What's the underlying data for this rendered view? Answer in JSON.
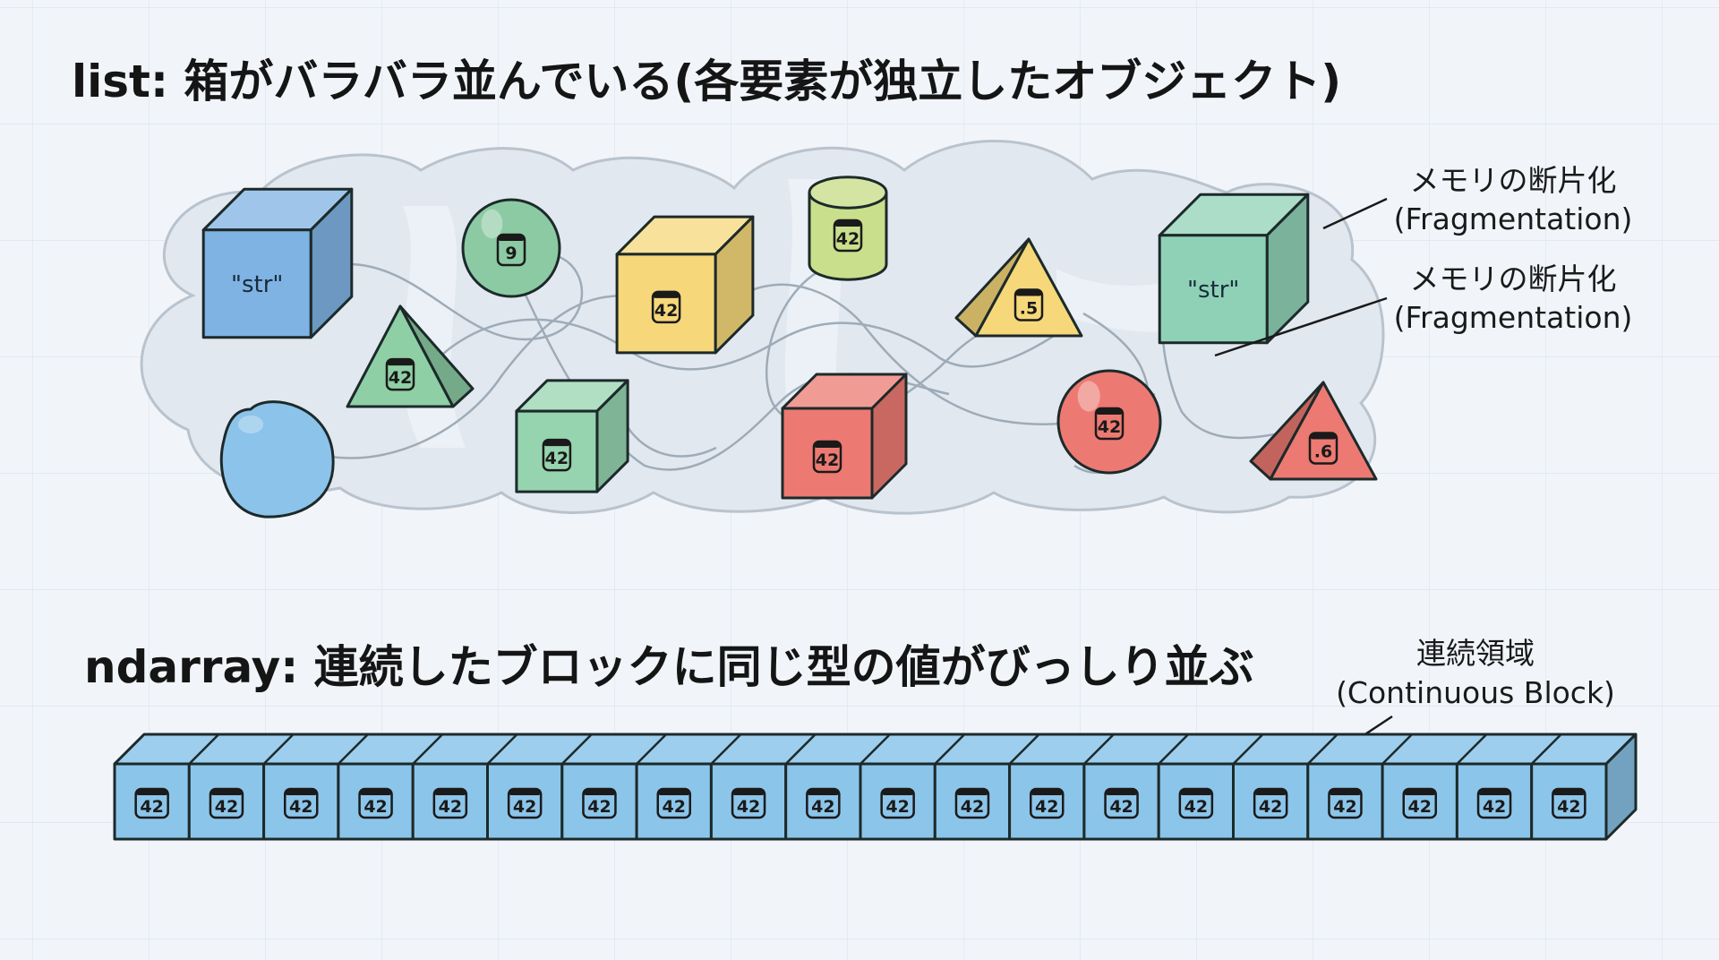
{
  "list_section": {
    "title": "list: 箱がバラバラ並んでいる(各要素が独立したオブジェクト)",
    "labels": [
      {
        "jp": "メモリの断片化",
        "en": "(Fragmentation)"
      },
      {
        "jp": "メモリの断片化",
        "en": "(Fragmentation)"
      }
    ],
    "objects": [
      {
        "shape": "cube",
        "value": "\"str\"",
        "color": "#7fb3e3"
      },
      {
        "shape": "sphere",
        "value": "9",
        "color": "#8ccaa4"
      },
      {
        "shape": "pyramid",
        "value": "42",
        "color": "#8fcfa6"
      },
      {
        "shape": "blob",
        "value": "",
        "color": "#8cc3ea"
      },
      {
        "shape": "cube",
        "value": "42",
        "color": "#f6d87a"
      },
      {
        "shape": "cube",
        "value": "42",
        "color": "#96d4b0"
      },
      {
        "shape": "cylinder",
        "value": "42",
        "color": "#c9df8c"
      },
      {
        "shape": "cube",
        "value": "42",
        "color": "#ec7a72"
      },
      {
        "shape": "pyramid",
        "value": ".5",
        "color": "#f6d87a"
      },
      {
        "shape": "cube",
        "value": "\"str\"",
        "color": "#8fd1b6"
      },
      {
        "shape": "sphere",
        "value": "42",
        "color": "#ec7a72"
      },
      {
        "shape": "pyramid",
        "value": ".6",
        "color": "#ec7a72"
      }
    ]
  },
  "ndarray_section": {
    "title": "ndarray: 連続したブロックに同じ型の値がびっしり並ぶ",
    "label": {
      "jp": "連続領域",
      "en": "(Continuous Block)"
    },
    "values": [
      "42",
      "42",
      "42",
      "42",
      "42",
      "42",
      "42",
      "42",
      "42",
      "42",
      "42",
      "42",
      "42",
      "42",
      "42",
      "42",
      "42",
      "42",
      "42",
      "42"
    ],
    "color": "#8cc5ea"
  }
}
